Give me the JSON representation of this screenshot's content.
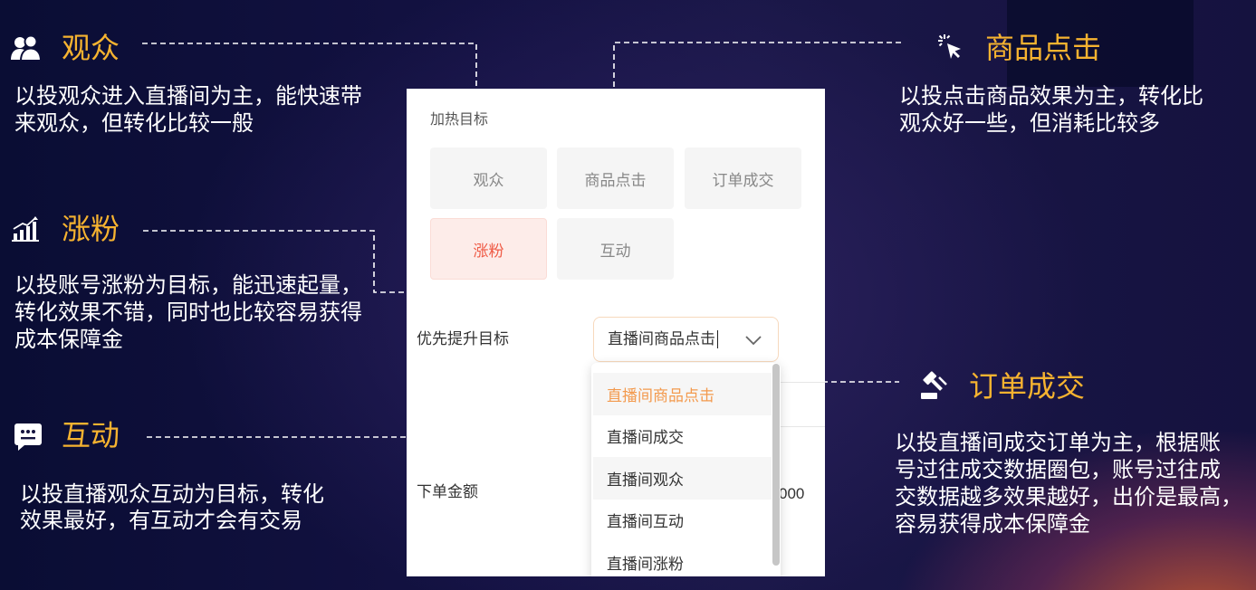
{
  "colors": {
    "title_accent": "#f6b330",
    "body_text": "#ffffff",
    "selected_card_bg": "#fdece9",
    "selected_card_text": "#ef5b46",
    "dropdown_active_text": "#f39a4e",
    "select_border": "#f7d9bd"
  },
  "annotations": {
    "audience": {
      "icon": "users-icon",
      "title": "观众",
      "lines": [
        "以投观众进入直播间为主，能快速带",
        "来观众，但转化比较一般"
      ]
    },
    "follower": {
      "icon": "bar-chart-icon",
      "title": "涨粉",
      "lines": [
        "以投账号涨粉为目标，能迅速起量，",
        "转化效果不错，同时也比较容易获得",
        "成本保障金"
      ]
    },
    "interaction": {
      "icon": "chat-icon",
      "title": "互动",
      "lines": [
        "以投直播观众互动为目标，转化",
        "效果最好，有互动才会有交易"
      ]
    },
    "product_click": {
      "icon": "click-icon",
      "title": "商品点击",
      "lines": [
        "以投点击商品效果为主，转化比",
        "观众好一些，但消耗比较多"
      ]
    },
    "order_deal": {
      "icon": "gavel-icon",
      "title": "订单成交",
      "lines": [
        "以投直播间成交订单为主，根据账",
        "号过往成交数据圈包，账号过往成",
        "交数据越多效果越好，出价是最高，",
        "容易获得成本保障金"
      ]
    }
  },
  "panel": {
    "heat_target_label": "加热目标",
    "heat_target_options": [
      {
        "label": "观众",
        "selected": false
      },
      {
        "label": "商品点击",
        "selected": false
      },
      {
        "label": "订单成交",
        "selected": false
      },
      {
        "label": "涨粉",
        "selected": true
      },
      {
        "label": "互动",
        "selected": false
      }
    ],
    "priority_label": "优先提升目标",
    "priority_value": "直播间商品点击",
    "priority_options": [
      {
        "label": "直播间商品点击",
        "active": true,
        "hovered": false
      },
      {
        "label": "直播间成交",
        "active": false,
        "hovered": false
      },
      {
        "label": "直播间观众",
        "active": false,
        "hovered": true
      },
      {
        "label": "直播间互动",
        "active": false,
        "hovered": false
      },
      {
        "label": "直播间涨粉",
        "active": false,
        "hovered": false
      }
    ],
    "order_amount_label": "下单金额",
    "order_amount_value": "000"
  }
}
